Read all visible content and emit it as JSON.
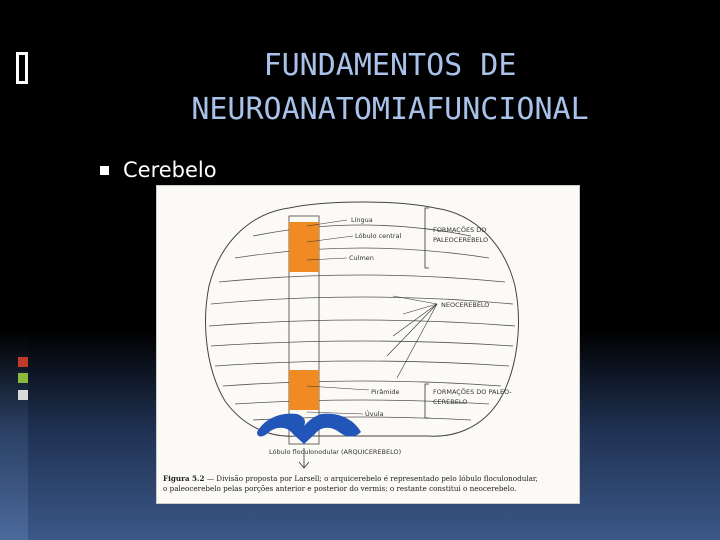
{
  "slide": {
    "title_line1": "FUNDAMENTOS DE",
    "title_line2": "NEUROANATOMIAFUNCIONAL",
    "bullet": "Cerebelo"
  },
  "figure": {
    "labels": {
      "lingua": "Língua",
      "lobulo_central": "Lóbulo central",
      "culmen": "Culmen",
      "formacoes_paleo_1": "FORMAÇÕES DO",
      "formacoes_paleo_2": "PALEOCEREBELO",
      "neocerebelo": "NEOCEREBELO",
      "piramide": "Pirâmide",
      "uvula": "Úvula",
      "formacoes_paleo_b1": "FORMAÇÕES DO PALEO-",
      "formacoes_paleo_b2": "CEREBELO",
      "lobulo_floculonodular": "Lóbulo floculonodular (ARQUICEREBELO)"
    },
    "caption": {
      "fig_label": "Figura 5.2",
      "line1": " — Divisão proposta por Larsell; o arquicerebelo é representado pelo lóbulo floculonodular,",
      "line2": "o paleocerebelo pelas porções anterior e posterior do vermis; o restante constitui o neocerebelo."
    },
    "colors": {
      "paleo": "#f08a24",
      "arqui": "#2156b8"
    }
  }
}
